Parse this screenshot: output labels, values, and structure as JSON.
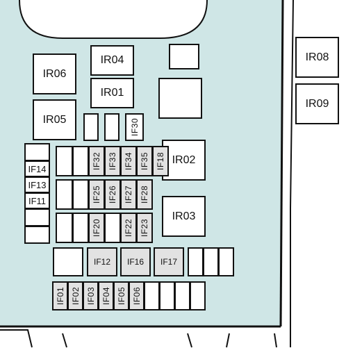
{
  "relays": {
    "IR01": "IR01",
    "IR02": "IR02",
    "IR03": "IR03",
    "IR04": "IR04",
    "IR05": "IR05",
    "IR06": "IR06",
    "IR08": "IR08",
    "IR09": "IR09"
  },
  "fuses": {
    "IF01": "IF01",
    "IF02": "IF02",
    "IF03": "IF03",
    "IF04": "IF04",
    "IF05": "IF05",
    "IF06": "IF06",
    "IF11": "IF11",
    "IF12": "IF12",
    "IF13": "IF13",
    "IF14": "IF14",
    "IF16": "IF16",
    "IF17": "IF17",
    "IF18": "IF18",
    "IF20": "IF20",
    "IF22": "IF22",
    "IF23": "IF23",
    "IF25": "IF25",
    "IF26": "IF26",
    "IF27": "IF27",
    "IF28": "IF28",
    "IF30": "IF30",
    "IF32": "IF32",
    "IF33": "IF33",
    "IF34": "IF34",
    "IF35": "IF35"
  },
  "colors": {
    "panel": "#cfe6e6",
    "outline": "#111111",
    "fuse_fill": "#e2e2e2"
  }
}
